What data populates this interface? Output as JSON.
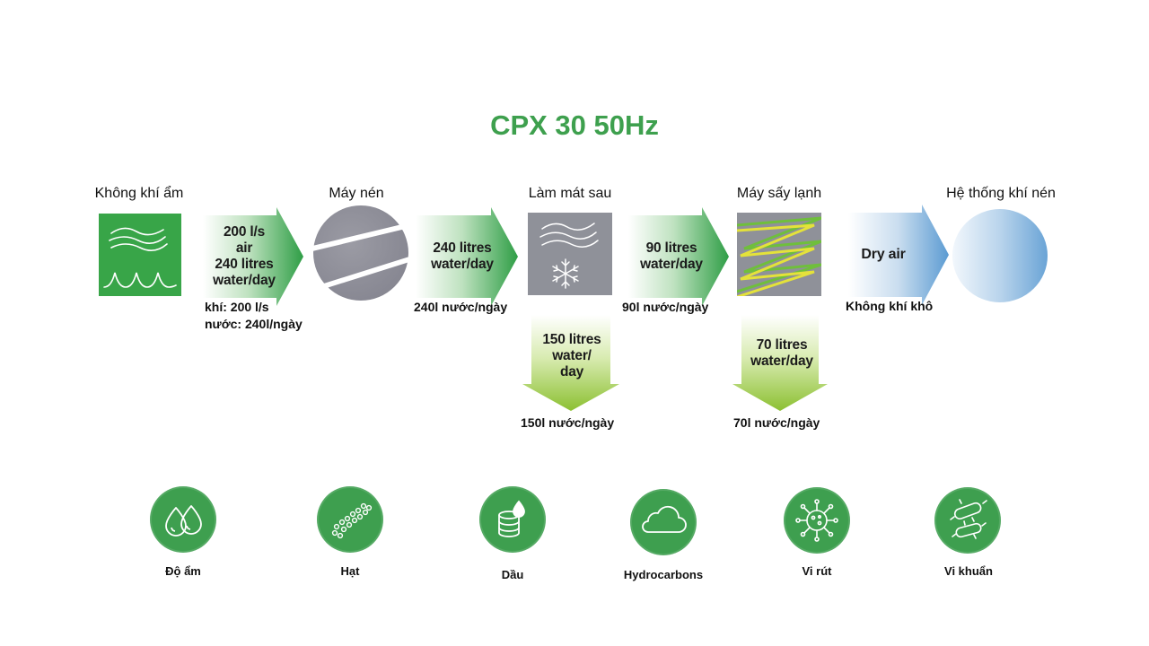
{
  "title": "CPX 30 50Hz",
  "stages": {
    "humid_air": "Không khí ẩm",
    "compressor": "Máy nén",
    "aftercooler": "Làm mát sau",
    "refrigerant_dryer": "Máy sấy lạnh",
    "air_system": "Hệ thống khí nén"
  },
  "flows": {
    "arrow1": {
      "text": "200 l/s\nair\n240 litres\nwater/day",
      "caption_line1": "khí: 200 l/s",
      "caption_line2": "nước: 240l/ngày"
    },
    "arrow2": {
      "text": "240 litres\nwater/day",
      "caption": "240l nước/ngày"
    },
    "arrow3": {
      "text": "90 litres\nwater/day",
      "caption": "90l nước/ngày"
    },
    "arrow4": {
      "text": "Dry air",
      "caption": "Không khí khô"
    },
    "drain1": {
      "text": "150 litres\nwater/\nday",
      "caption": "150l nước/ngày"
    },
    "drain2": {
      "text": "70 litres\nwater/day",
      "caption": "70l nước/ngày"
    }
  },
  "contaminants": [
    {
      "label": "Độ ẩm",
      "icon": "water-drops-icon"
    },
    {
      "label": "Hạt",
      "icon": "particles-icon"
    },
    {
      "label": "Dầu",
      "icon": "oil-icon"
    },
    {
      "label": "Hydrocarbons",
      "icon": "cloud-icon"
    },
    {
      "label": "Vi rút",
      "icon": "virus-icon"
    },
    {
      "label": "Vi khuẩn",
      "icon": "bacteria-icon"
    }
  ],
  "colors": {
    "title_green": "#3ea04e",
    "icon_green": "#3e9f4f",
    "arrow_green": "#3aa04a",
    "drain_green": "#9cc83c",
    "dry_air_blue": "#5b9bd2",
    "compressor_gray": "#8e8e98",
    "panel_gray": "#8f9199"
  }
}
